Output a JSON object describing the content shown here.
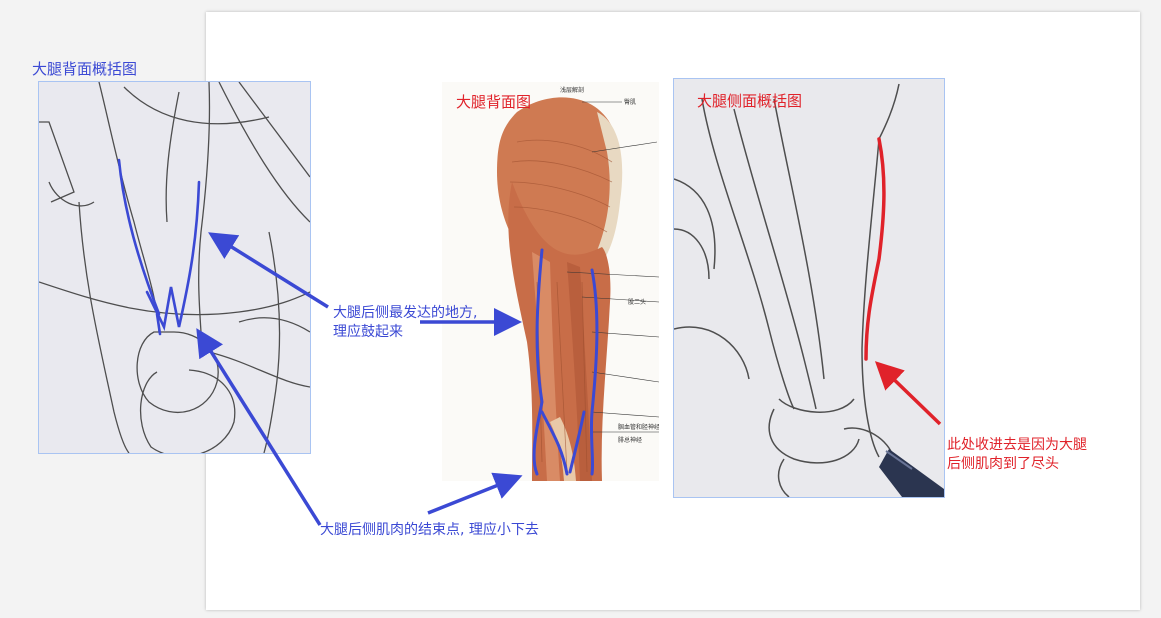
{
  "labels": {
    "left_title": "大腿背面概括图",
    "mid_title": "大腿背面图",
    "right_title": "大腿侧面概括图",
    "mid_tiny_top": "浅层解剖",
    "mid_tiny_1": "臀肌",
    "mid_tiny_2": "股二头",
    "mid_tiny_3": "腘血管和胫神经",
    "mid_tiny_4": "腓总神经"
  },
  "annotations": {
    "bulge_line1": "大腿后侧最发达的地方,",
    "bulge_line2": "理应鼓起来",
    "end_point": "大腿后侧肌肉的结束点, 理应小下去",
    "tuck_line1": "此处收进去是因为大腿",
    "tuck_line2": "后侧肌肉到了尽头"
  },
  "colors": {
    "blue_annotation": "#3b49d4",
    "red_annotation": "#e0222a"
  }
}
